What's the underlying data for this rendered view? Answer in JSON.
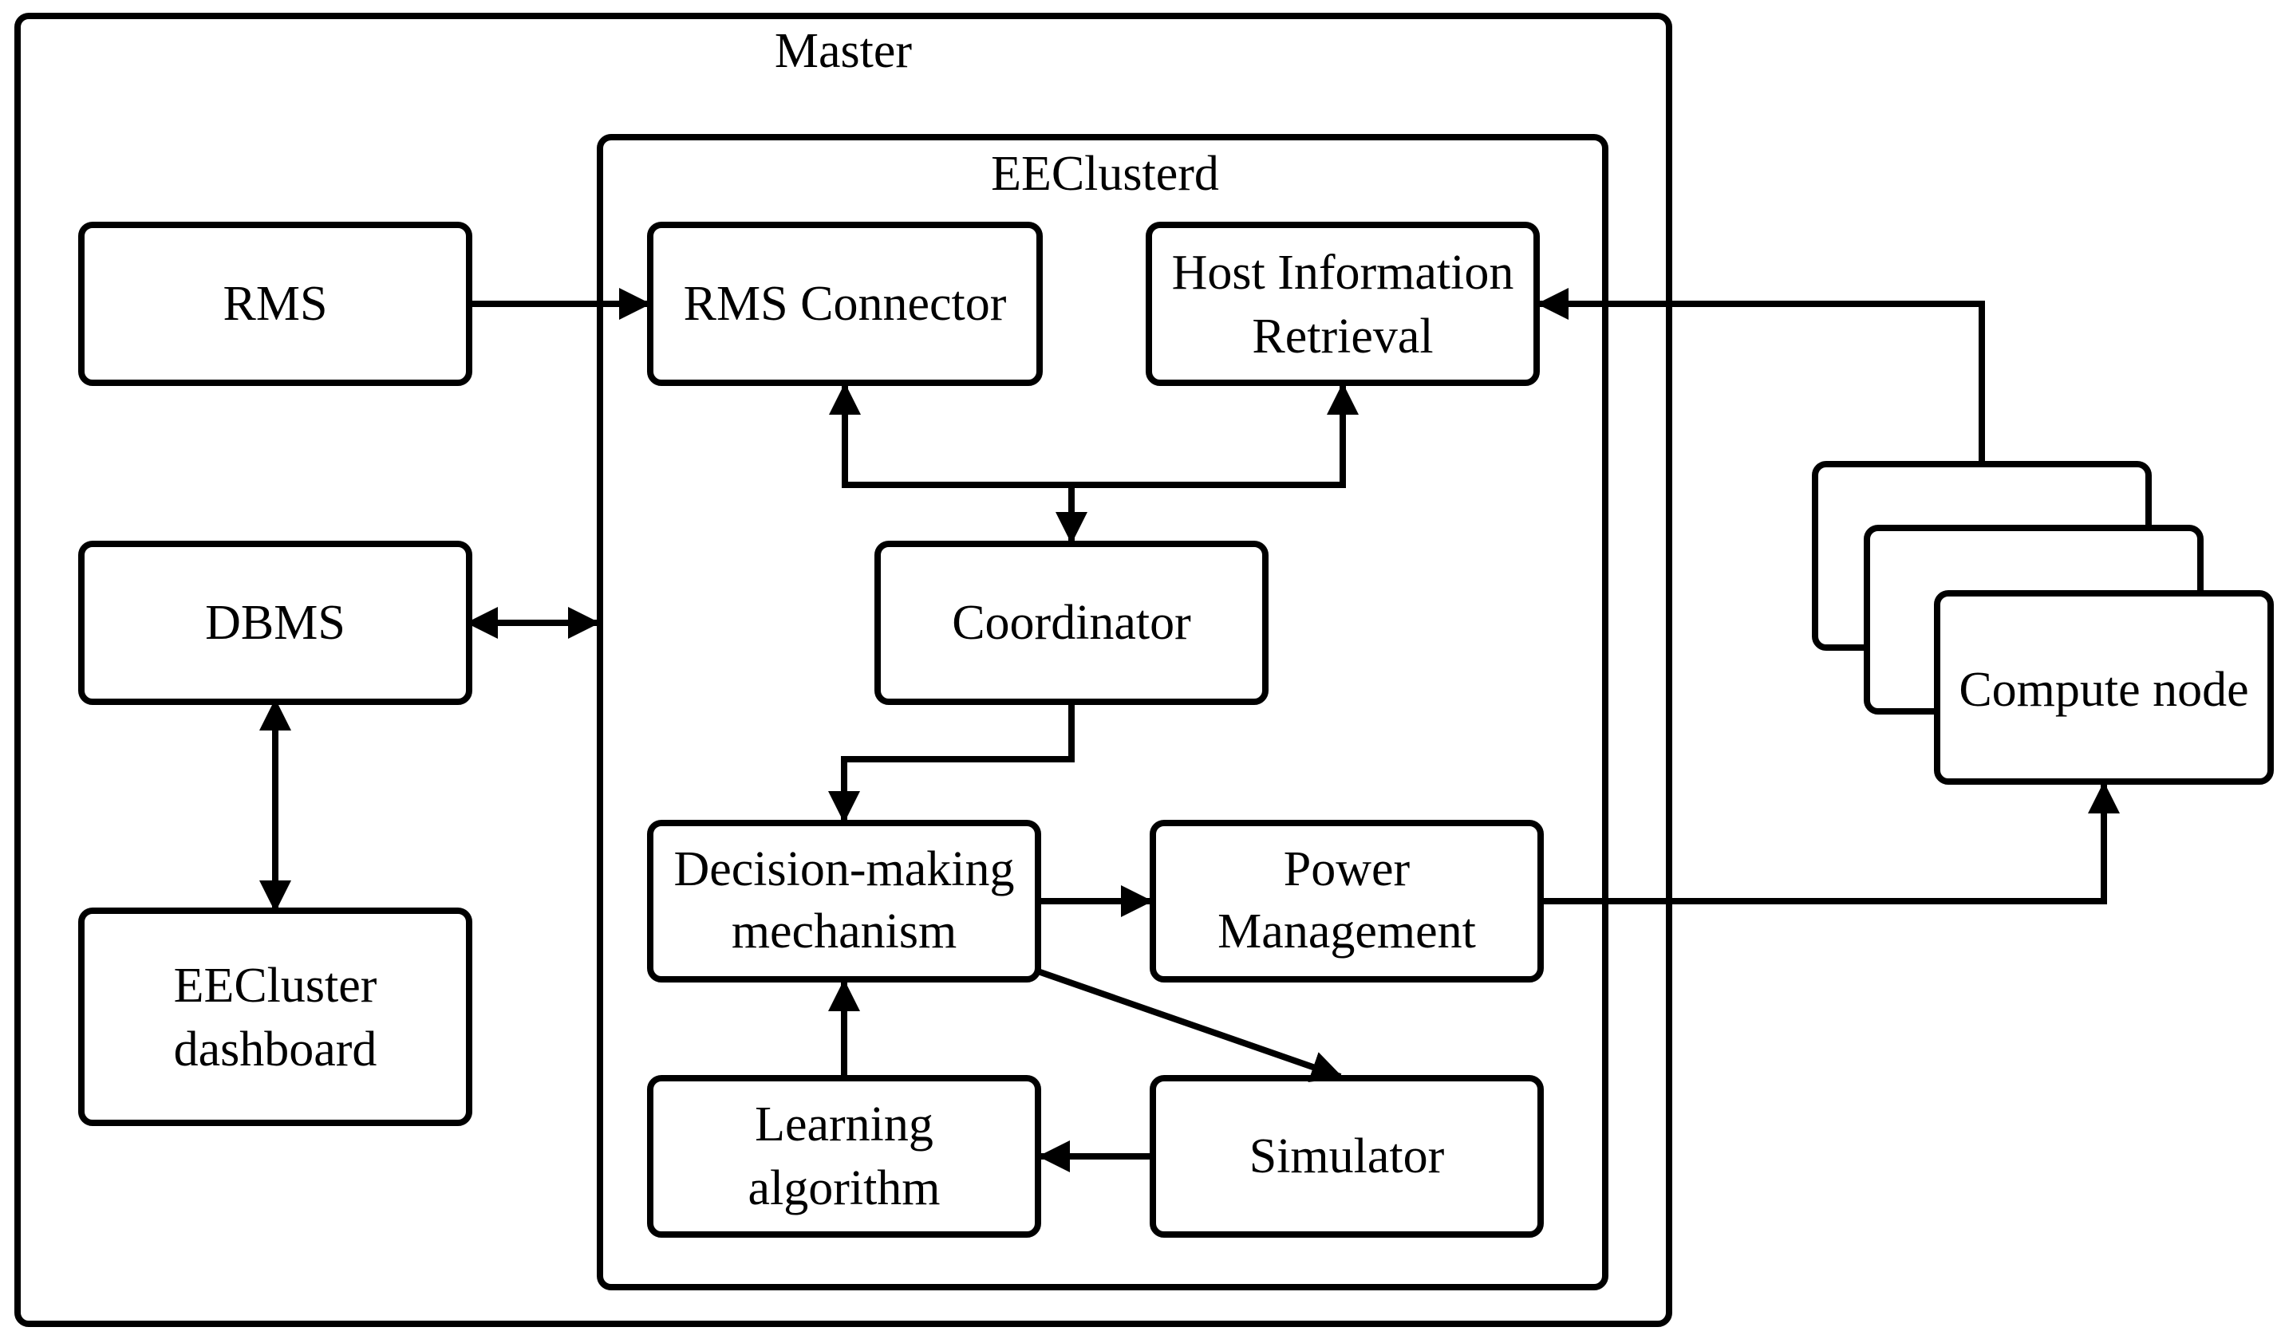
{
  "diagram": {
    "master_label": "Master",
    "eeclusterd_label": "EEClusterd",
    "rms": "RMS",
    "dbms": "DBMS",
    "dashboard": [
      "EECluster",
      "dashboard"
    ],
    "rms_connector": "RMS Connector",
    "host_info": [
      "Host Information",
      "Retrieval"
    ],
    "coordinator": "Coordinator",
    "decision": [
      "Decision-making",
      "mechanism"
    ],
    "power": [
      "Power",
      "Management"
    ],
    "learning": [
      "Learning",
      "algorithm"
    ],
    "simulator": "Simulator",
    "compute_node": "Compute node",
    "stroke_color": "#000000",
    "background_color": "#ffffff"
  }
}
